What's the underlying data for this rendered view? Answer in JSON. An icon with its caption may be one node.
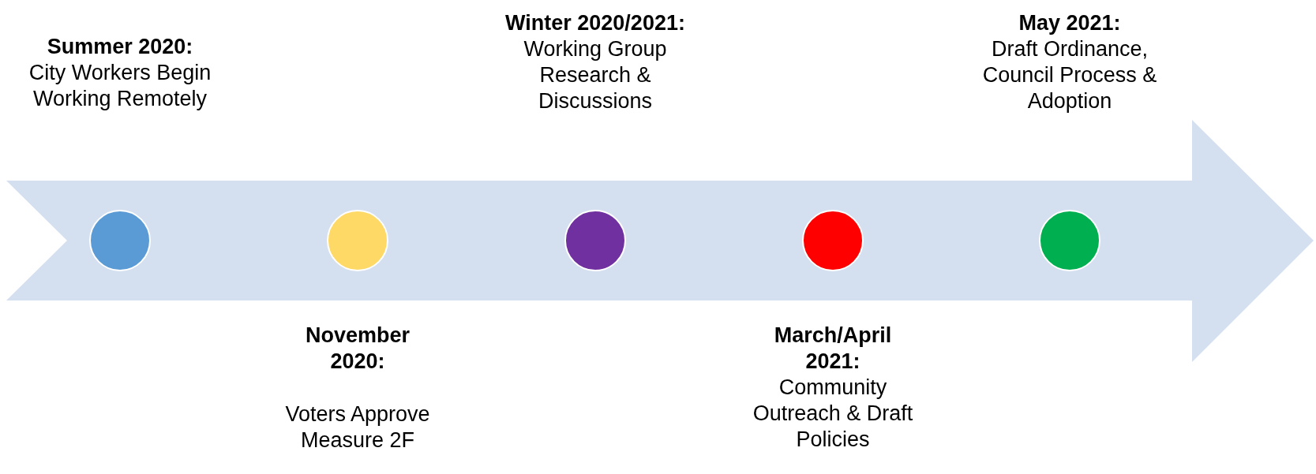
{
  "diagram": {
    "nodes": [
      {
        "text": [],
        "shape": "circle",
        "beside": [
          "Summer 2020:",
          "City Workers Begin Working Remotely"
        ]
      },
      {
        "text": [],
        "shape": "circle",
        "beside": [
          "November 2020:",
          "Voters Approve Measure 2F"
        ]
      },
      {
        "text": [],
        "shape": "circle",
        "beside": [
          "Winter 2020/2021:",
          "Working Group Research & Discussions"
        ]
      },
      {
        "text": [],
        "shape": "circle",
        "beside": [
          "March/April 2021:",
          "Community Outreach & Draft Policies"
        ]
      },
      {
        "text": [],
        "shape": "circle",
        "beside": [
          "May 2021:",
          "Draft Ordinance, Council Process & Adoption"
        ]
      }
    ]
  }
}
